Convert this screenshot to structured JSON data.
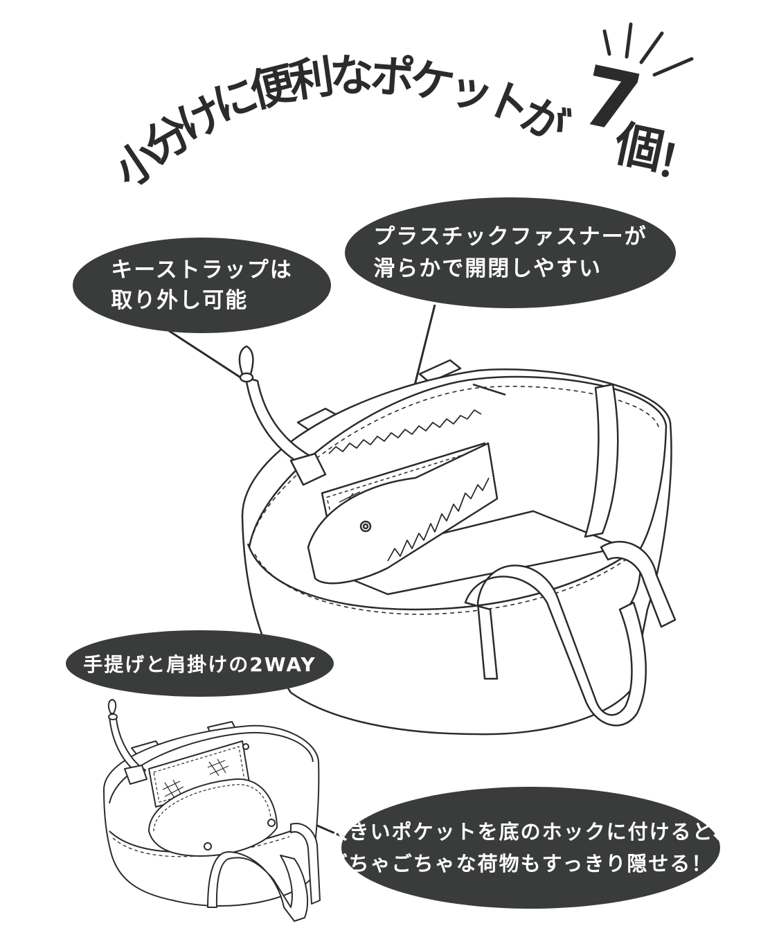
{
  "headline": {
    "main": "小分けに便利なポケットが",
    "count": "7",
    "counter": "個",
    "exclaim": "！"
  },
  "callouts": {
    "key_strap": [
      "キーストラップは",
      "取り外し可能"
    ],
    "zipper": [
      "プラスチックファスナーが",
      "滑らかで開閉しやすい"
    ],
    "two_way": [
      "手提げと肩掛けの2WAY"
    ],
    "big_pocket": [
      "大きいポケットを底のホックに付けると、",
      "ごちゃごちゃな荷物もすっきり隠せる！"
    ]
  },
  "colors": {
    "bubble": "#3a3b3b",
    "ink": "#2b2b2b",
    "background": "#ffffff"
  },
  "icons": [
    "emphasis-lines-icon"
  ]
}
